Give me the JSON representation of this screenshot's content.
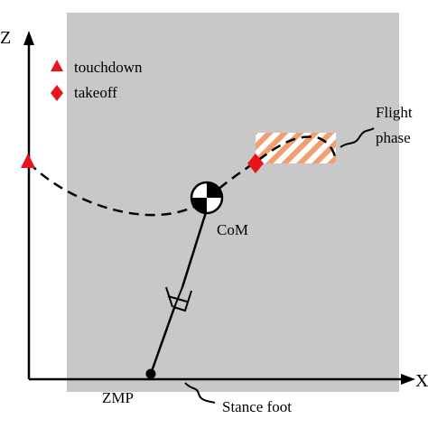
{
  "axes": {
    "x_label": "X",
    "z_label": "Z"
  },
  "legend": {
    "touchdown": {
      "label": "touchdown",
      "marker": "triangle",
      "color": "#e8141c"
    },
    "takeoff": {
      "label": "takeoff",
      "marker": "diamond",
      "color": "#e8141c"
    }
  },
  "labels": {
    "com": "CoM",
    "zmp": "ZMP",
    "stance_foot": "Stance foot",
    "flight_line1": "Flight",
    "flight_line2": "phase"
  },
  "colors": {
    "background_panel": "#c8c8c8",
    "marker": "#e8141c",
    "flight_hatch": "#f0a070",
    "ink": "#000000"
  }
}
